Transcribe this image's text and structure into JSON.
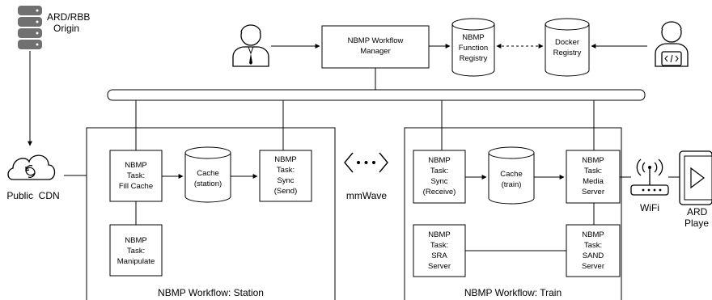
{
  "origin": {
    "line1": "ARD/RBB",
    "line2": "Origin"
  },
  "cdn": {
    "label": "Public  CDN"
  },
  "workflow_manager": {
    "line1": "NBMP Workflow",
    "line2": "Manager"
  },
  "function_registry": {
    "line1": "NBMP",
    "line2": "Function",
    "line3": "Registry"
  },
  "docker_registry": {
    "line1": "Docker",
    "line2": "Registry"
  },
  "station": {
    "title": "NBMP Workflow: Station",
    "fill_cache": {
      "line1": "NBMP",
      "line2": "Task:",
      "line3": "Fill Cache"
    },
    "cache": {
      "line1": "Cache",
      "line2": "(station)"
    },
    "sync_send": {
      "line1": "NBMP",
      "line2": "Task:",
      "line3": "Sync",
      "line4": "(Send)"
    },
    "manipulate": {
      "line1": "NBMP",
      "line2": "Task:",
      "line3": "Manipulate"
    }
  },
  "link": {
    "icon": "wireless-link-icon",
    "label": "mmWave"
  },
  "train": {
    "title": "NBMP Workflow: Train",
    "sync_receive": {
      "line1": "NBMP",
      "line2": "Task:",
      "line3": "Sync",
      "line4": "(Receive)"
    },
    "cache": {
      "line1": "Cache",
      "line2": "(train)"
    },
    "media_server": {
      "line1": "NBMP",
      "line2": "Task:",
      "line3": "Media",
      "line4": "Server"
    },
    "sra_server": {
      "line1": "NBMP",
      "line2": "Task:",
      "line3": "SRA",
      "line4": "Server"
    },
    "sand_server": {
      "line1": "NBMP",
      "line2": "Task:",
      "line3": "SAND",
      "line4": "Server"
    }
  },
  "wifi": {
    "label": "WiFi"
  },
  "player": {
    "line1": "ARD",
    "line2": "Playe"
  },
  "colors": {
    "stroke": "#000000",
    "fill": "#ffffff",
    "icon_gray": "#666666"
  }
}
